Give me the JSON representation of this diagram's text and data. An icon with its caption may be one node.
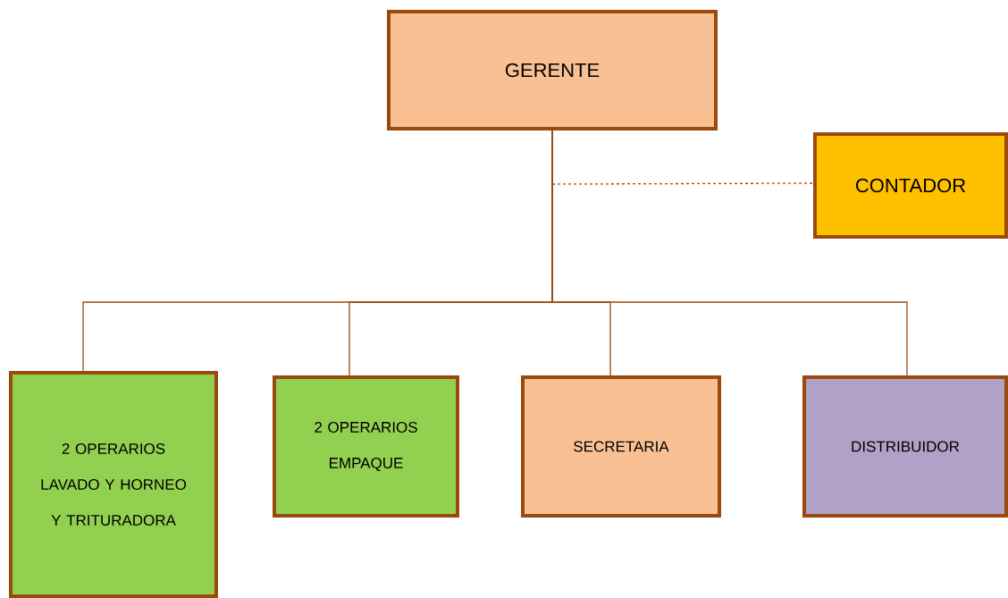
{
  "diagram": {
    "nodes": [
      {
        "text": [
          "GERENTE"
        ]
      },
      {
        "text": [
          "CONTADOR"
        ]
      },
      {
        "text": [
          "2 OPERARIOS LAVADO Y HORNEO Y TRITURADORA"
        ]
      },
      {
        "text": [
          "2 OPERARIOS EMPAQUE"
        ]
      },
      {
        "text": [
          "SECRETARIA"
        ]
      },
      {
        "text": [
          "DISTRIBUIDOR"
        ]
      }
    ],
    "edges": [
      {
        "from": 0,
        "to": 1,
        "arrow": "none",
        "style": "dashed"
      },
      {
        "from": 0,
        "to": 2,
        "arrow": "none"
      },
      {
        "from": 0,
        "to": 3,
        "arrow": "none"
      },
      {
        "from": 0,
        "to": 4,
        "arrow": "none"
      },
      {
        "from": 0,
        "to": 5,
        "arrow": "none"
      }
    ]
  }
}
